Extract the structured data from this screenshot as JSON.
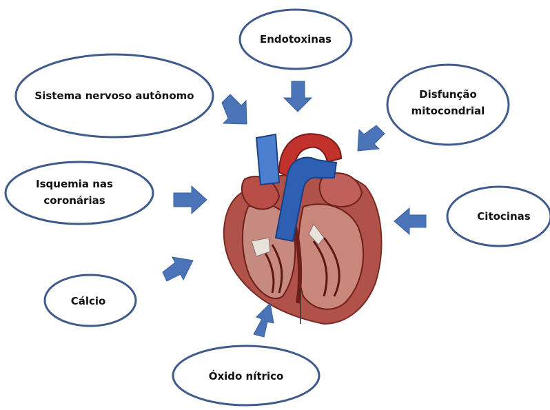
{
  "colors": {
    "oval_stroke": "#3f5a8c",
    "arrow_fill": "#4a73b8",
    "arrow_stroke": "#3a5f9e",
    "label_text": "#111111",
    "heart_muscle": "#b0524a",
    "heart_dark": "#6e1f1a",
    "aorta_blue": "#2f5fb3",
    "artery_red": "#c2322c"
  },
  "center_image": {
    "subject": "heart-cross-section-illustration"
  },
  "factors": [
    {
      "id": "endotoxinas",
      "lines": [
        "Endotoxinas"
      ]
    },
    {
      "id": "sistema-nervoso",
      "lines": [
        "Sistema nervoso autônomo"
      ]
    },
    {
      "id": "disfuncao",
      "lines": [
        "Disfunção",
        "mitocondrial"
      ]
    },
    {
      "id": "isquemia",
      "lines": [
        "Isquemia nas",
        "coronárias"
      ]
    },
    {
      "id": "citocinas",
      "lines": [
        "Citocinas"
      ]
    },
    {
      "id": "calcio",
      "lines": [
        "Cálcio"
      ]
    },
    {
      "id": "oxido",
      "lines": [
        "Óxido nítrico"
      ]
    }
  ]
}
